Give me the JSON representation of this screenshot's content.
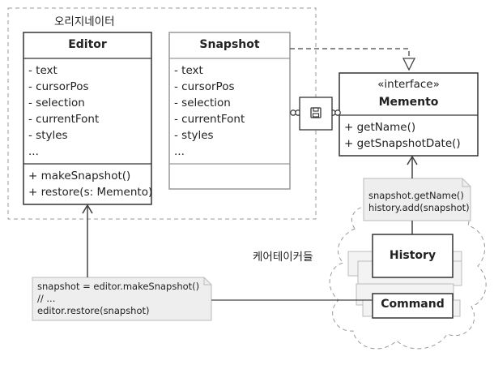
{
  "originator_group": {
    "label": "오리지네이터"
  },
  "caretaker_group": {
    "label": "케어테이커들"
  },
  "editor": {
    "title": "Editor",
    "fields": [
      "- text",
      "- cursorPos",
      "- selection",
      "- currentFont",
      "- styles",
      "..."
    ],
    "methods": [
      "+ makeSnapshot()",
      "+ restore(s: Memento)"
    ]
  },
  "snapshot": {
    "title": "Snapshot",
    "fields": [
      "- text",
      "- cursorPos",
      "- selection",
      "- currentFont",
      "- styles",
      "..."
    ]
  },
  "memento": {
    "stereotype": "«interface»",
    "title": "Memento",
    "methods": [
      "+ getName()",
      "+ getSnapshotDate()"
    ]
  },
  "history_note": {
    "lines": [
      "snapshot.getName()",
      "history.add(snapshot)"
    ]
  },
  "command_note": {
    "lines": [
      "snapshot = editor.makeSnapshot()",
      "// ...",
      "editor.restore(snapshot)"
    ]
  },
  "history": {
    "title": "History"
  },
  "command": {
    "title": "Command"
  },
  "icons": {
    "save_icon": "floppy-disk-icon"
  }
}
